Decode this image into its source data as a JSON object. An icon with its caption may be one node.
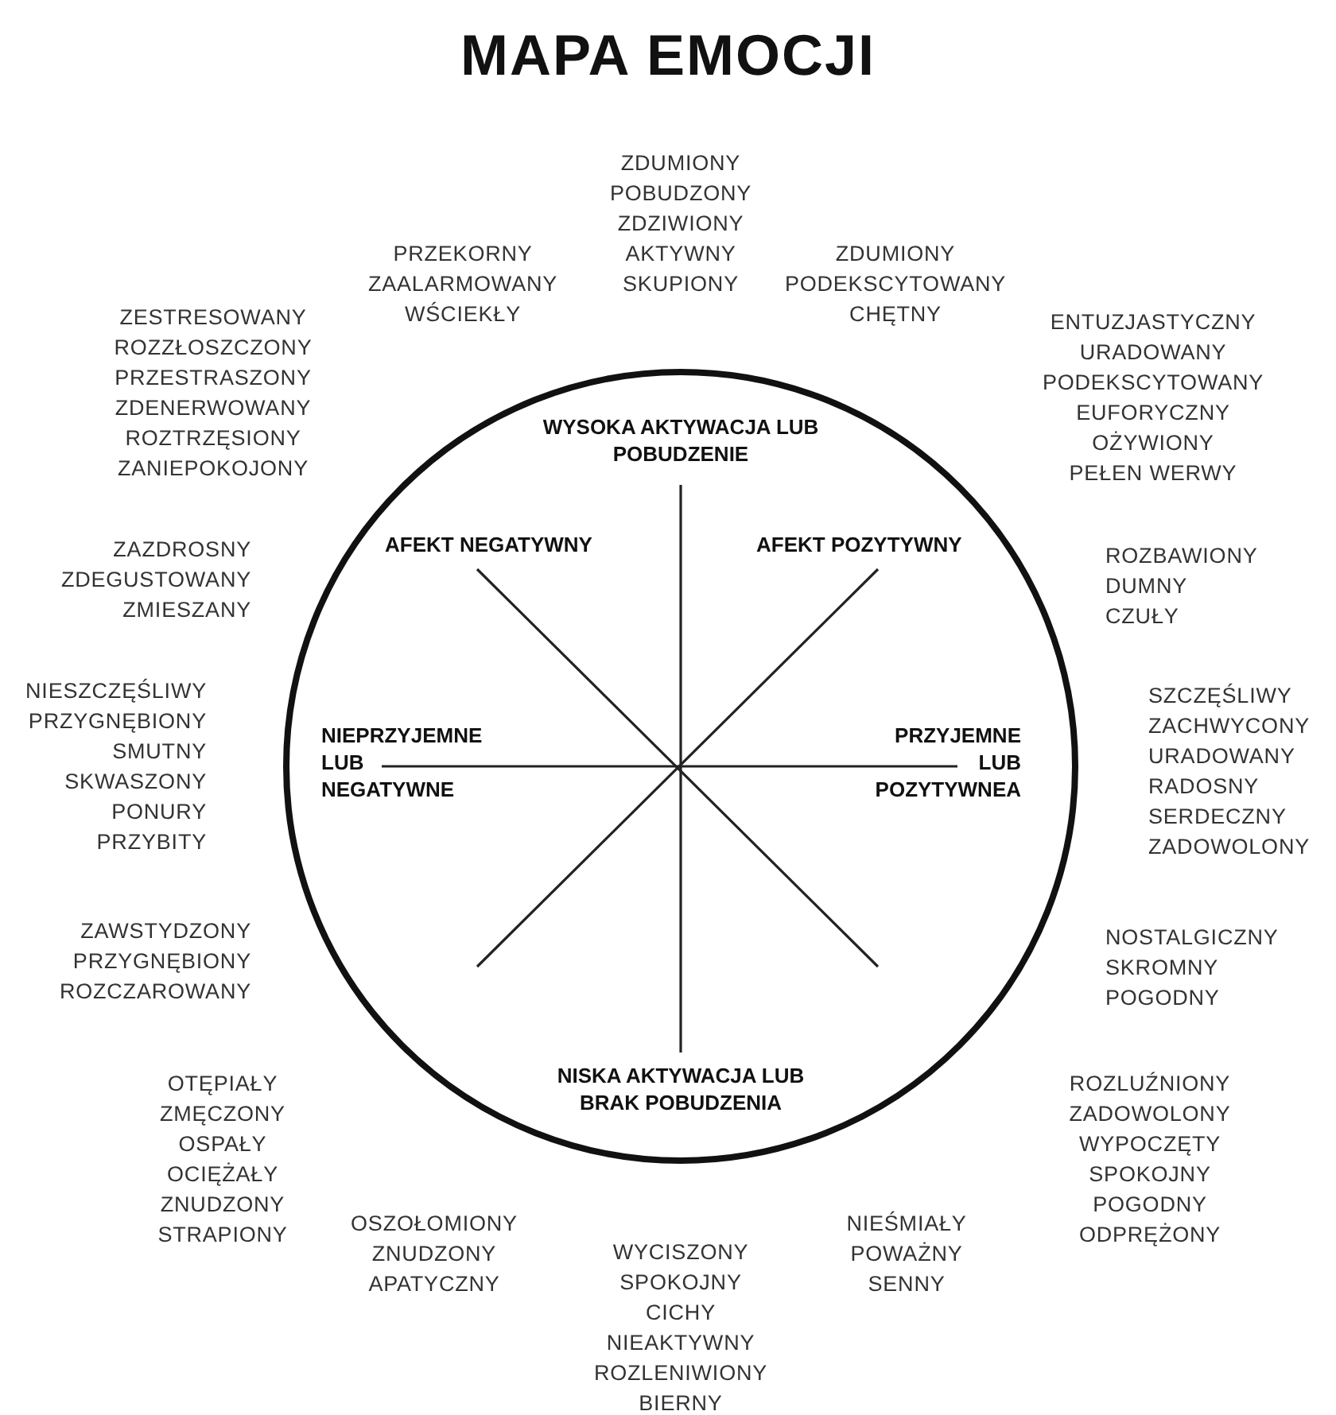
{
  "diagram": {
    "title": "MAPA EMOCJI",
    "nodes": [
      {
        "text": [
          "WYSOKA AKTYWACJA LUB POBUDZENIE",
          "AFEKT NEGATYWNY",
          "AFEKT POZYTYWNY",
          "NIEPRZYJEMNE LUB NEGATYWNE",
          "PRZYJEMNE LUB POZYTYWNEA",
          "NISKA AKTYWACJA LUB BRAK POBUDZENIA"
        ]
      }
    ],
    "labels": [
      "ZDUMIONY",
      "POBUDZONY",
      "ZDZIWIONY",
      "AKTYWNY",
      "SKUPIONY",
      "PRZEKORNY",
      "ZAALARMOWANY",
      "WŚCIEKŁY",
      "ZDUMIONY",
      "PODEKSCYTOWANY",
      "CHĘTNY",
      "ZESTRESOWANY",
      "ROZZŁOSZCZONY",
      "PRZESTRASZONY",
      "ZDENERWOWANY",
      "ROZTRZĘSIONY",
      "ZANIEPOKOJONY",
      "ENTUZJASTYCZNY",
      "URADOWANY",
      "PODEKSCYTOWANY",
      "EUFORYCZNY",
      "OŻYWIONY",
      "PEŁEN WERWY",
      "ZAZDROSNY",
      "ZDEGUSTOWANY",
      "ZMIESZANY",
      "ROZBAWIONY",
      "DUMNY",
      "CZUŁY",
      "NIESZCZĘŚLIWY",
      "PRZYGNĘBIONY",
      "SMUTNY",
      "SKWASZONY",
      "PONURY",
      "PRZYBITY",
      "SZCZĘŚLIWY",
      "ZACHWYCONY",
      "URADOWANY",
      "RADOSNY",
      "SERDECZNY",
      "ZADOWOLONY",
      "ZAWSTYDZONY",
      "PRZYGNĘBIONY",
      "ROZCZAROWANY",
      "NOSTALGICZNY",
      "SKROMNY",
      "POGODNY",
      "OTĘPIAŁY",
      "ZMĘCZONY",
      "OSPAŁY",
      "OCIĘŻAŁY",
      "ZNUDZONY",
      "STRAPIONY",
      "ROZLUŹNIONY",
      "ZADOWOLONY",
      "WYPOCZĘTY",
      "SPOKOJNY",
      "POGODNY",
      "ODPRĘŻONY",
      "OSZOŁOMIONY",
      "ZNUDZONY",
      "APATYCZNY",
      "NIEŚMIAŁY",
      "POWAŻNY",
      "SENNY",
      "WYCISZONY",
      "SPOKOJNY",
      "CICHY",
      "NIEAKTYWNY",
      "ROZLENIWIONY",
      "BIERNY"
    ]
  }
}
